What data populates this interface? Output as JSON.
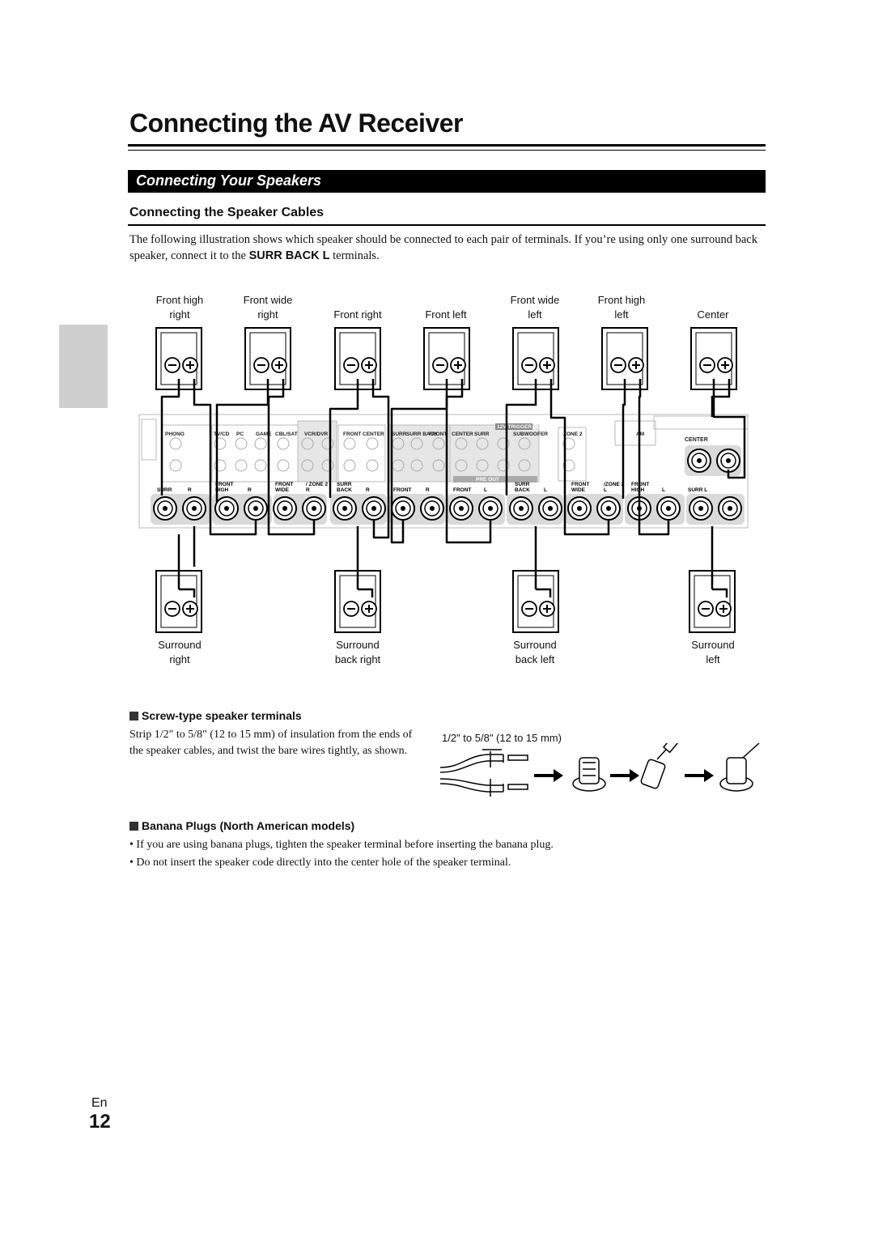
{
  "title": "Connecting the AV Receiver",
  "section": "Connecting Your Speakers",
  "subsection": "Connecting the Speaker Cables",
  "intro": {
    "before": "The following illustration shows which speaker should be connected to each pair of terminals. If you’re using only one surround back speaker, connect it to the ",
    "bold": "SURR BACK L",
    "after": " terminals."
  },
  "top_speakers": [
    {
      "line1": "Front high",
      "line2": "right"
    },
    {
      "line1": "Front wide",
      "line2": "right"
    },
    {
      "line1": "",
      "line2": "Front right"
    },
    {
      "line1": "",
      "line2": "Front left"
    },
    {
      "line1": "Front wide",
      "line2": "left"
    },
    {
      "line1": "Front high",
      "line2": "left"
    },
    {
      "line1": "",
      "line2": "Center"
    }
  ],
  "bottom_speakers": [
    {
      "line1": "Surround",
      "line2": "right"
    },
    {
      "line1": "Surround",
      "line2": "back right"
    },
    {
      "line1": "Surround",
      "line2": "back left"
    },
    {
      "line1": "Surround",
      "line2": "left"
    }
  ],
  "receiver": {
    "terminal_labels": [
      "SURR",
      "R",
      "FRONT HIGH",
      "R",
      "FRONT WIDE",
      "R",
      "/ ZONE 2",
      "SURR BACK",
      "R",
      "FRONT",
      "R",
      "FRONT",
      "L",
      "SURR BACK",
      "L",
      "FRONT WIDE",
      "/ZONE 2",
      "L",
      "FRONT HIGH",
      "L",
      "SURR L"
    ],
    "center_label": "CENTER",
    "input_labels": [
      "PHONO",
      "TV/CD",
      "PC",
      "GAME",
      "CBL/SAT",
      "VCR/DVR",
      "FRONT",
      "CENTER",
      "SURR",
      "SURR BACK",
      "FRONT",
      "CENTER",
      "SURR",
      "SUBWOOFER",
      "12V TRIGGER OUT",
      "PRE OUT",
      "ZONE 2",
      "AM"
    ]
  },
  "screw": {
    "heading": "Screw-type speaker terminals",
    "text": "Strip 1/2\" to 5/8\" (12 to 15 mm) of insulation from the ends of the speaker cables, and twist the bare wires tightly, as shown.",
    "dimension": "1/2\" to 5/8\" (12 to 15 mm)"
  },
  "banana": {
    "heading": "Banana Plugs (North American models)",
    "bullets": [
      "If you are using banana plugs, tighten the speaker terminal before inserting the banana plug.",
      "Do not insert the speaker code directly into the center hole of the speaker terminal."
    ]
  },
  "footer": {
    "lang": "En",
    "page": "12"
  }
}
